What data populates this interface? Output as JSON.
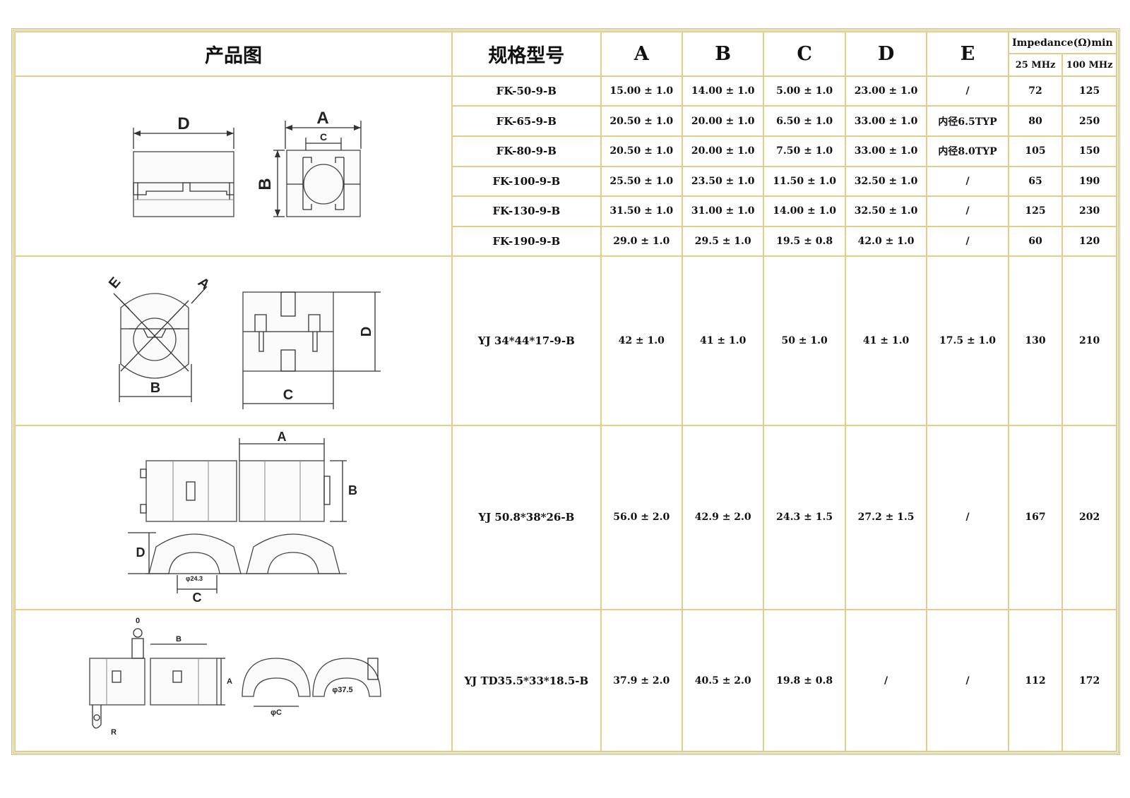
{
  "header": {
    "product_image": "产品图",
    "model": "规格型号",
    "A": "A",
    "B": "B",
    "C": "C",
    "D": "D",
    "E": "E",
    "impedance": "Impedance(Ω)min",
    "f25": "25 MHz",
    "f100": "100 MHz"
  },
  "drawing_labels": {
    "d1": {
      "D": "D",
      "A": "A",
      "C": "C",
      "B": "B"
    },
    "d2": {
      "E": "E",
      "A": "A",
      "B": "B",
      "C": "C",
      "D": "D"
    },
    "d3": {
      "A": "A",
      "B": "B",
      "D": "D",
      "C": "C",
      "dia": "φ24.3"
    },
    "d4": {
      "O": "0",
      "B": "B",
      "A": "A",
      "R": "R",
      "phiC": "φC",
      "dia": "φ37.5"
    }
  },
  "rows": [
    {
      "model": "FK-50-9-B",
      "A": "15.00 ± 1.0",
      "B": "14.00 ± 1.0",
      "C": "5.00 ± 1.0",
      "D": "23.00 ± 1.0",
      "E": "/",
      "z25": "72",
      "z100": "125"
    },
    {
      "model": "FK-65-9-B",
      "A": "20.50 ± 1.0",
      "B": "20.00 ± 1.0",
      "C": "6.50 ± 1.0",
      "D": "33.00 ± 1.0",
      "E": "内径6.5TYP",
      "z25": "80",
      "z100": "250"
    },
    {
      "model": "FK-80-9-B",
      "A": "20.50 ± 1.0",
      "B": "20.00 ± 1.0",
      "C": "7.50 ± 1.0",
      "D": "33.00 ± 1.0",
      "E": "内径8.0TYP",
      "z25": "105",
      "z100": "150"
    },
    {
      "model": "FK-100-9-B",
      "A": "25.50 ± 1.0",
      "B": "23.50 ± 1.0",
      "C": "11.50 ± 1.0",
      "D": "32.50 ± 1.0",
      "E": "/",
      "z25": "65",
      "z100": "190"
    },
    {
      "model": "FK-130-9-B",
      "A": "31.50 ± 1.0",
      "B": "31.00 ± 1.0",
      "C": "14.00 ± 1.0",
      "D": "32.50 ± 1.0",
      "E": "/",
      "z25": "125",
      "z100": "230"
    },
    {
      "model": "FK-190-9-B",
      "A": "29.0 ± 1.0",
      "B": "29.5 ± 1.0",
      "C": "19.5 ± 0.8",
      "D": "42.0 ± 1.0",
      "E": "/",
      "z25": "60",
      "z100": "120"
    },
    {
      "model": "YJ 34*44*17-9-B",
      "A": "42 ± 1.0",
      "B": "41 ± 1.0",
      "C": "50 ± 1.0",
      "D": "41 ± 1.0",
      "E": "17.5 ± 1.0",
      "z25": "130",
      "z100": "210"
    },
    {
      "model": "YJ 50.8*38*26-B",
      "A": "56.0 ± 2.0",
      "B": "42.9 ± 2.0",
      "C": "24.3 ± 1.5",
      "D": "27.2 ± 1.5",
      "E": "/",
      "z25": "167",
      "z100": "202"
    },
    {
      "model": "YJ TD35.5*33*18.5-B",
      "A": "37.9 ± 2.0",
      "B": "40.5 ± 2.0",
      "C": "19.8 ± 0.8",
      "D": "/",
      "E": "/",
      "z25": "112",
      "z100": "172"
    }
  ]
}
